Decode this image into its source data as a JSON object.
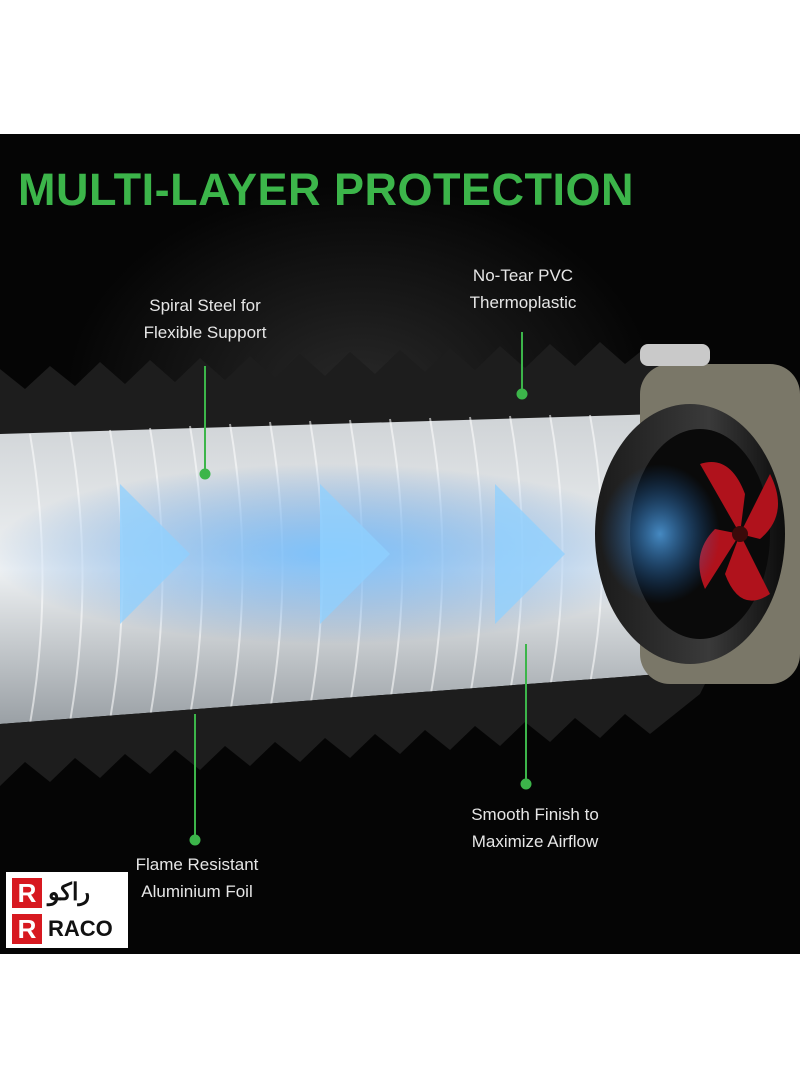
{
  "title": "MULTI-LAYER PROTECTION",
  "callouts": {
    "spiral": {
      "line1": "Spiral Steel for",
      "line2": "Flexible Support"
    },
    "pvc": {
      "line1": "No-Tear PVC",
      "line2": "Thermoplastic"
    },
    "foil": {
      "line1": "Flame Resistant",
      "line2": "Aluminium Foil"
    },
    "finish": {
      "line1": "Smooth Finish to",
      "line2": "Maximize Airflow"
    }
  },
  "logo": {
    "arabic": "راكو",
    "latin": "RACO",
    "mark": "R"
  },
  "colors": {
    "accent_green": "#3cb54a",
    "logo_red": "#d71920",
    "fan_blade": "#b0121c",
    "airflow_blue": "#4aa8ff"
  }
}
